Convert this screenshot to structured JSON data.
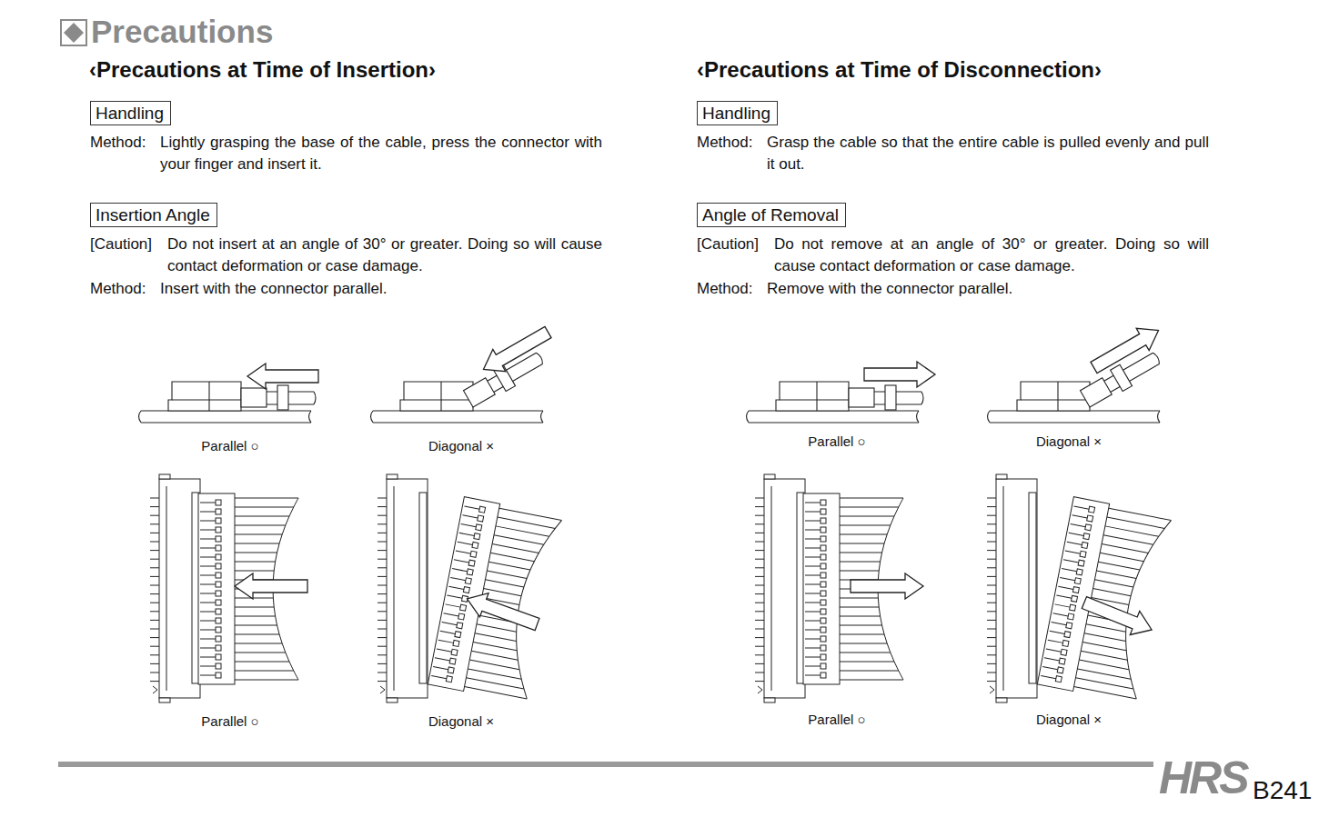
{
  "diagram": {
    "title": "Precautions",
    "nodes": [
      {
        "text": [
          "Handling"
        ]
      },
      {
        "text": [
          "Insertion Angle"
        ]
      },
      {
        "text": [
          "Handling"
        ]
      },
      {
        "text": [
          "Angle of Removal"
        ]
      }
    ],
    "labels": [
      "‹Precautions at Time of Insertion›",
      "Method:",
      "Lightly grasping the base of the cable, press the connector with your finger and insert it.",
      "[Caution]",
      "Do not insert at an angle of 30° or greater. Doing so will cause contact deformation or case damage.",
      "Method:",
      "Insert with the connector parallel.",
      "Parallel ○",
      "Diagonal ×",
      "Parallel ○",
      "Diagonal ×",
      "‹Precautions at Time of Disconnection›",
      "Method:",
      "Grasp the cable so that the entire cable is pulled evenly and pull it out.",
      "[Caution]",
      "Do not remove at an angle of 30° or greater. Doing so will cause contact deformation or case damage.",
      "Method:",
      "Remove with the connector parallel.",
      "Parallel ○",
      "Diagonal ×",
      "Parallel ○",
      "Diagonal ×",
      "HRS",
      "B241"
    ]
  }
}
